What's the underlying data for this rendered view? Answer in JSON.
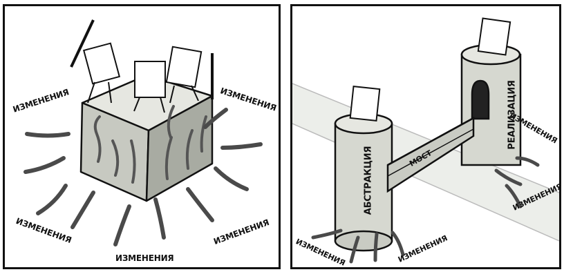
{
  "left_panel": {
    "labels": {
      "top_left": "ИЗМЕНЕНИЯ",
      "top_right": "ИЗМЕНЕНИЯ",
      "bottom_left": "ИЗМЕНЕНИЯ",
      "bottom_center": "ИЗМЕНЕНИЯ",
      "bottom_right": "ИЗМЕНЕНИЯ"
    }
  },
  "right_panel": {
    "labels": {
      "bridge": "МОСТ",
      "abstraction": "АБСТРАКЦИЯ",
      "implementation": "РЕАЛИЗАЦИЯ",
      "changes_right_upper": "ИЗМЕНЕНИЯ",
      "changes_right_lower": "ИЗМЕНЕНИЯ",
      "changes_bottom_left": "ИЗМЕНЕНИЯ",
      "changes_bottom_right": "ИЗМЕНЕНИЯ"
    }
  },
  "colors": {
    "ink": "#111111",
    "stone_light": "#e4e5df",
    "stone_mid": "#c9cbc3",
    "stone_dark": "#a7aaa1",
    "river": "#eceeea"
  }
}
